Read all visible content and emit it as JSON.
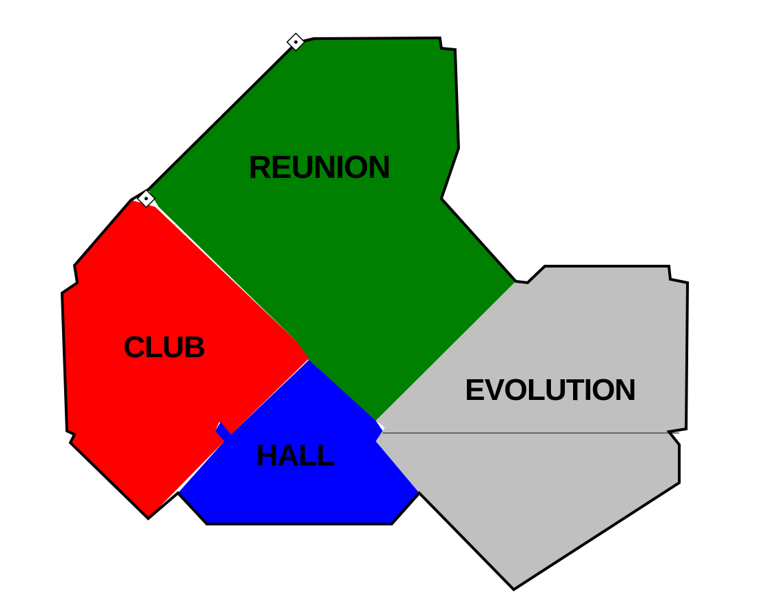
{
  "background_color": "#ffffff",
  "rooms": [
    {
      "id": "reunion",
      "label": "REUNION",
      "color": "#008000"
    },
    {
      "id": "club",
      "label": "CLUB",
      "color": "#ff0000"
    },
    {
      "id": "hall",
      "label": "HALL",
      "color": "#0000ff"
    },
    {
      "id": "evolution",
      "label": "EVOLUTION",
      "color": "#c0c0c0"
    }
  ]
}
